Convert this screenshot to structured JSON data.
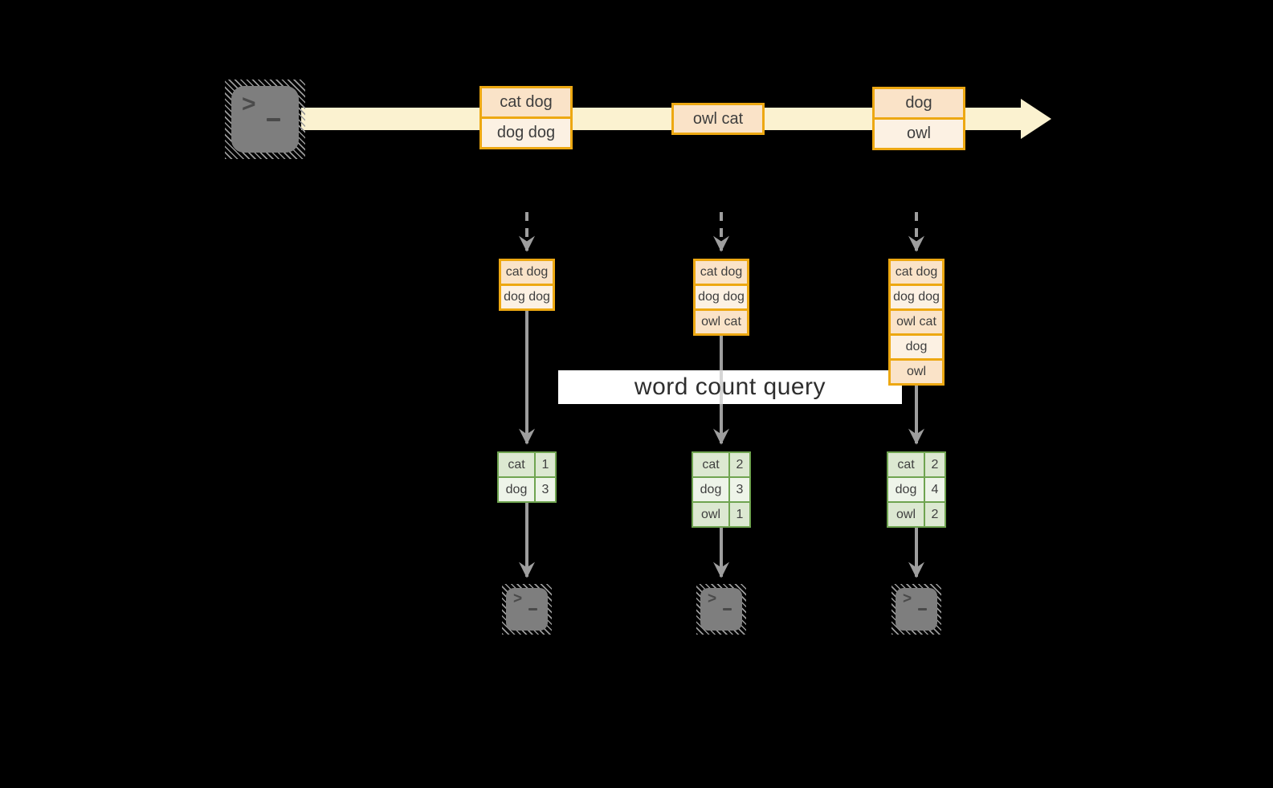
{
  "query_label": "word count query",
  "colors": {
    "background": "#000000",
    "stream_fill": "#FBF2D0",
    "record_border": "#EDA812",
    "record_fill_dark": "#FAE3C8",
    "record_fill_light": "#FCF1E3",
    "table_border": "#6FA450",
    "table_fill_dark": "#DCE8D1",
    "table_fill_light": "#EEF4E9",
    "connector_gray": "#9E9E9E",
    "terminal_gray": "#7E7E7E"
  },
  "stream": {
    "batches": [
      {
        "lines": [
          "cat dog",
          "dog dog"
        ]
      },
      {
        "lines": [
          "owl cat"
        ]
      },
      {
        "lines": [
          "dog",
          "owl"
        ]
      }
    ]
  },
  "snapshots": [
    {
      "buffer": [
        "cat dog",
        "dog dog"
      ],
      "counts": [
        {
          "word": "cat",
          "count": "1"
        },
        {
          "word": "dog",
          "count": "3"
        }
      ]
    },
    {
      "buffer": [
        "cat dog",
        "dog dog",
        "owl cat"
      ],
      "counts": [
        {
          "word": "cat",
          "count": "2"
        },
        {
          "word": "dog",
          "count": "3"
        },
        {
          "word": "owl",
          "count": "1"
        }
      ]
    },
    {
      "buffer": [
        "cat dog",
        "dog dog",
        "owl cat",
        "dog",
        "owl"
      ],
      "counts": [
        {
          "word": "cat",
          "count": "2"
        },
        {
          "word": "dog",
          "count": "4"
        },
        {
          "word": "owl",
          "count": "2"
        }
      ]
    }
  ],
  "icons": {
    "source_terminal": "terminal-icon",
    "output_terminal": "terminal-icon"
  }
}
